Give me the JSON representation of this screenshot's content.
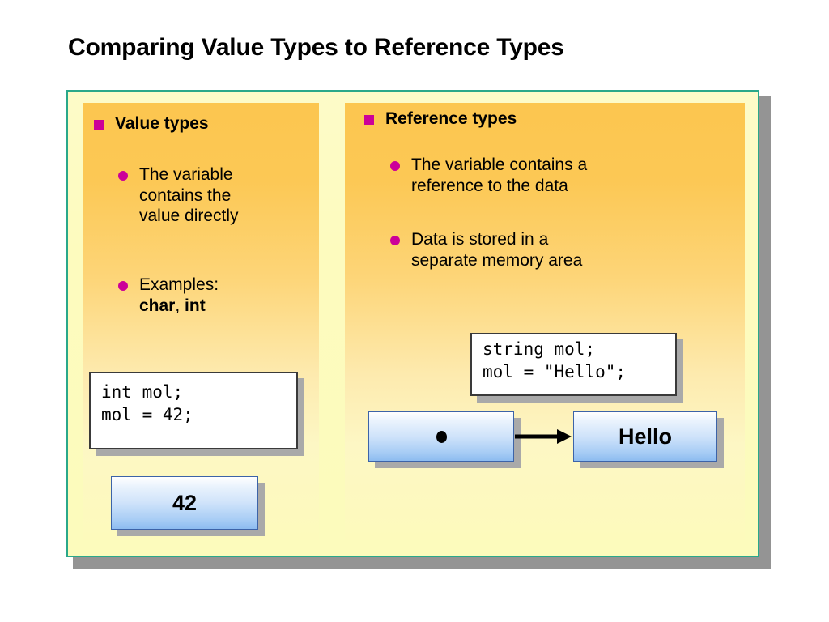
{
  "slide": {
    "title": "Comparing Value Types to Reference Types"
  },
  "colors": {
    "bullet_magenta": "#cc0099",
    "frame_border_teal": "#2aa88a",
    "panel_orange": "#fcc64f",
    "panel_pale_yellow": "#fdfabc",
    "blue_box_border": "#3c63a8",
    "shadow_gray": "#a9a9a9"
  },
  "left_panel": {
    "heading": "Value types",
    "bullets": [
      {
        "lines": [
          "The variable",
          "contains the",
          "value directly"
        ]
      },
      {
        "prefix": "Examples:",
        "bold_items": [
          "char",
          "int"
        ],
        "separator": ", "
      }
    ],
    "code_box": {
      "line1": "int mol;",
      "line2": "mol = 42;"
    },
    "value_box": {
      "label": "42"
    }
  },
  "right_panel": {
    "heading": "Reference types",
    "bullets": [
      {
        "lines": [
          "The variable contains a",
          "reference to the data"
        ]
      },
      {
        "lines": [
          "Data is stored in a",
          "separate memory area"
        ]
      }
    ],
    "code_box": {
      "line1": "string mol;",
      "line2": "mol = \"Hello\";"
    },
    "pointer_box": {
      "label": "",
      "icon": "pointer-dot"
    },
    "target_box": {
      "label": "Hello"
    },
    "arrow": {
      "icon": "arrow-right-icon"
    }
  }
}
